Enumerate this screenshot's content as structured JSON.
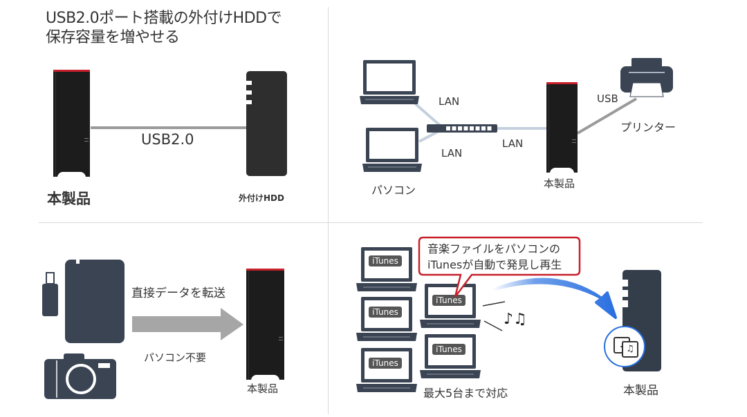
{
  "panels": {
    "usb_hdd": {
      "title_line1": "USB2.0ポート搭載の外付けHDDで",
      "title_line2": "保存容量を増やせる",
      "cable_label": "USB2.0",
      "product_label": "本製品",
      "hdd_label": "外付けHDD"
    },
    "network": {
      "lan_label_top": "LAN",
      "lan_label_bottom": "LAN",
      "lan_label_nas": "LAN",
      "usb_label": "USB",
      "printer_label": "プリンター",
      "pc_label": "パソコン",
      "product_label": "本製品"
    },
    "direct_copy": {
      "arrow_label_top": "直接データを転送",
      "arrow_label_bottom": "パソコン不要",
      "product_label": "本製品"
    },
    "itunes": {
      "callout_line1": "音楽ファイルをパソコンの",
      "callout_line2": "iTunesが自動で発見し再生",
      "itunes_badge": "iTunes",
      "max_label": "最大5台まで対応",
      "product_label": "本製品"
    }
  },
  "colors": {
    "device_dark": "#3a4453",
    "nas_black": "#1c1c1c",
    "nas_accent": "#c7202a",
    "callout_border": "#c7202a",
    "arrow_blue": "#2a6fe0",
    "cable_gray": "#9a9a9a",
    "lan_blue": "#c5d0de"
  }
}
